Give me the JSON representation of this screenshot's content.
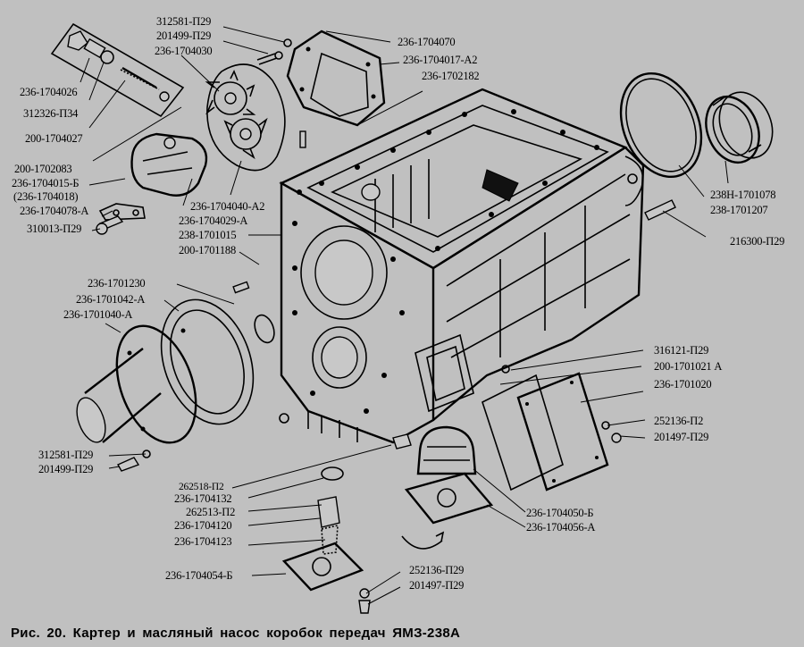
{
  "caption": "Рис. 20. Картер и масляный насос коробок передач ЯМЗ-238А",
  "labels": {
    "l312581_top": "312581-П29",
    "l201499_top": "201499-П29",
    "l1704030": "236-1704030",
    "l1704070": "236-1704070",
    "l1704017": "236-1704017-А2",
    "l1702182": "236-1702182",
    "l1704026": "236-1704026",
    "l312326": "312326-П34",
    "l1704027": "200-1704027",
    "l1702083": "200-1702083",
    "l1704015": "236-1704015-Б",
    "l1704018": "(236-1704018)",
    "l1704078": "236-1704078-А",
    "l310013": "310013-П29",
    "l1704040": "236-1704040-А2",
    "l1704029": "236-1704029-А",
    "l1701015": "238-1701015",
    "l1701188": "200-1701188",
    "l1701078": "238Н-1701078",
    "l1701207": "238-1701207",
    "l216300": "216300-П29",
    "l1701230": "236-1701230",
    "l1701042": "236-1701042-А",
    "l1701040": "236-1701040-А",
    "l316121": "316121-П29",
    "l1701021": "200-1701021 А",
    "l1701020": "236-1701020",
    "l252136_p2": "252136-П2",
    "l201497_r": "201497-П29",
    "l312581_bot": "312581-П29",
    "l201499_bot": "201499-П29",
    "l262518": "262518-П2",
    "l1704132": "236-1704132",
    "l262513": "262513-П2",
    "l1704120": "236-1704120",
    "l1704123": "236-1704123",
    "l1704054": "236-1704054-Б",
    "l1704050": "236-1704050-Б",
    "l1704056": "236-1704056-А",
    "l252136_p29": "252136-П29",
    "l201497_bot": "201497-П29"
  }
}
